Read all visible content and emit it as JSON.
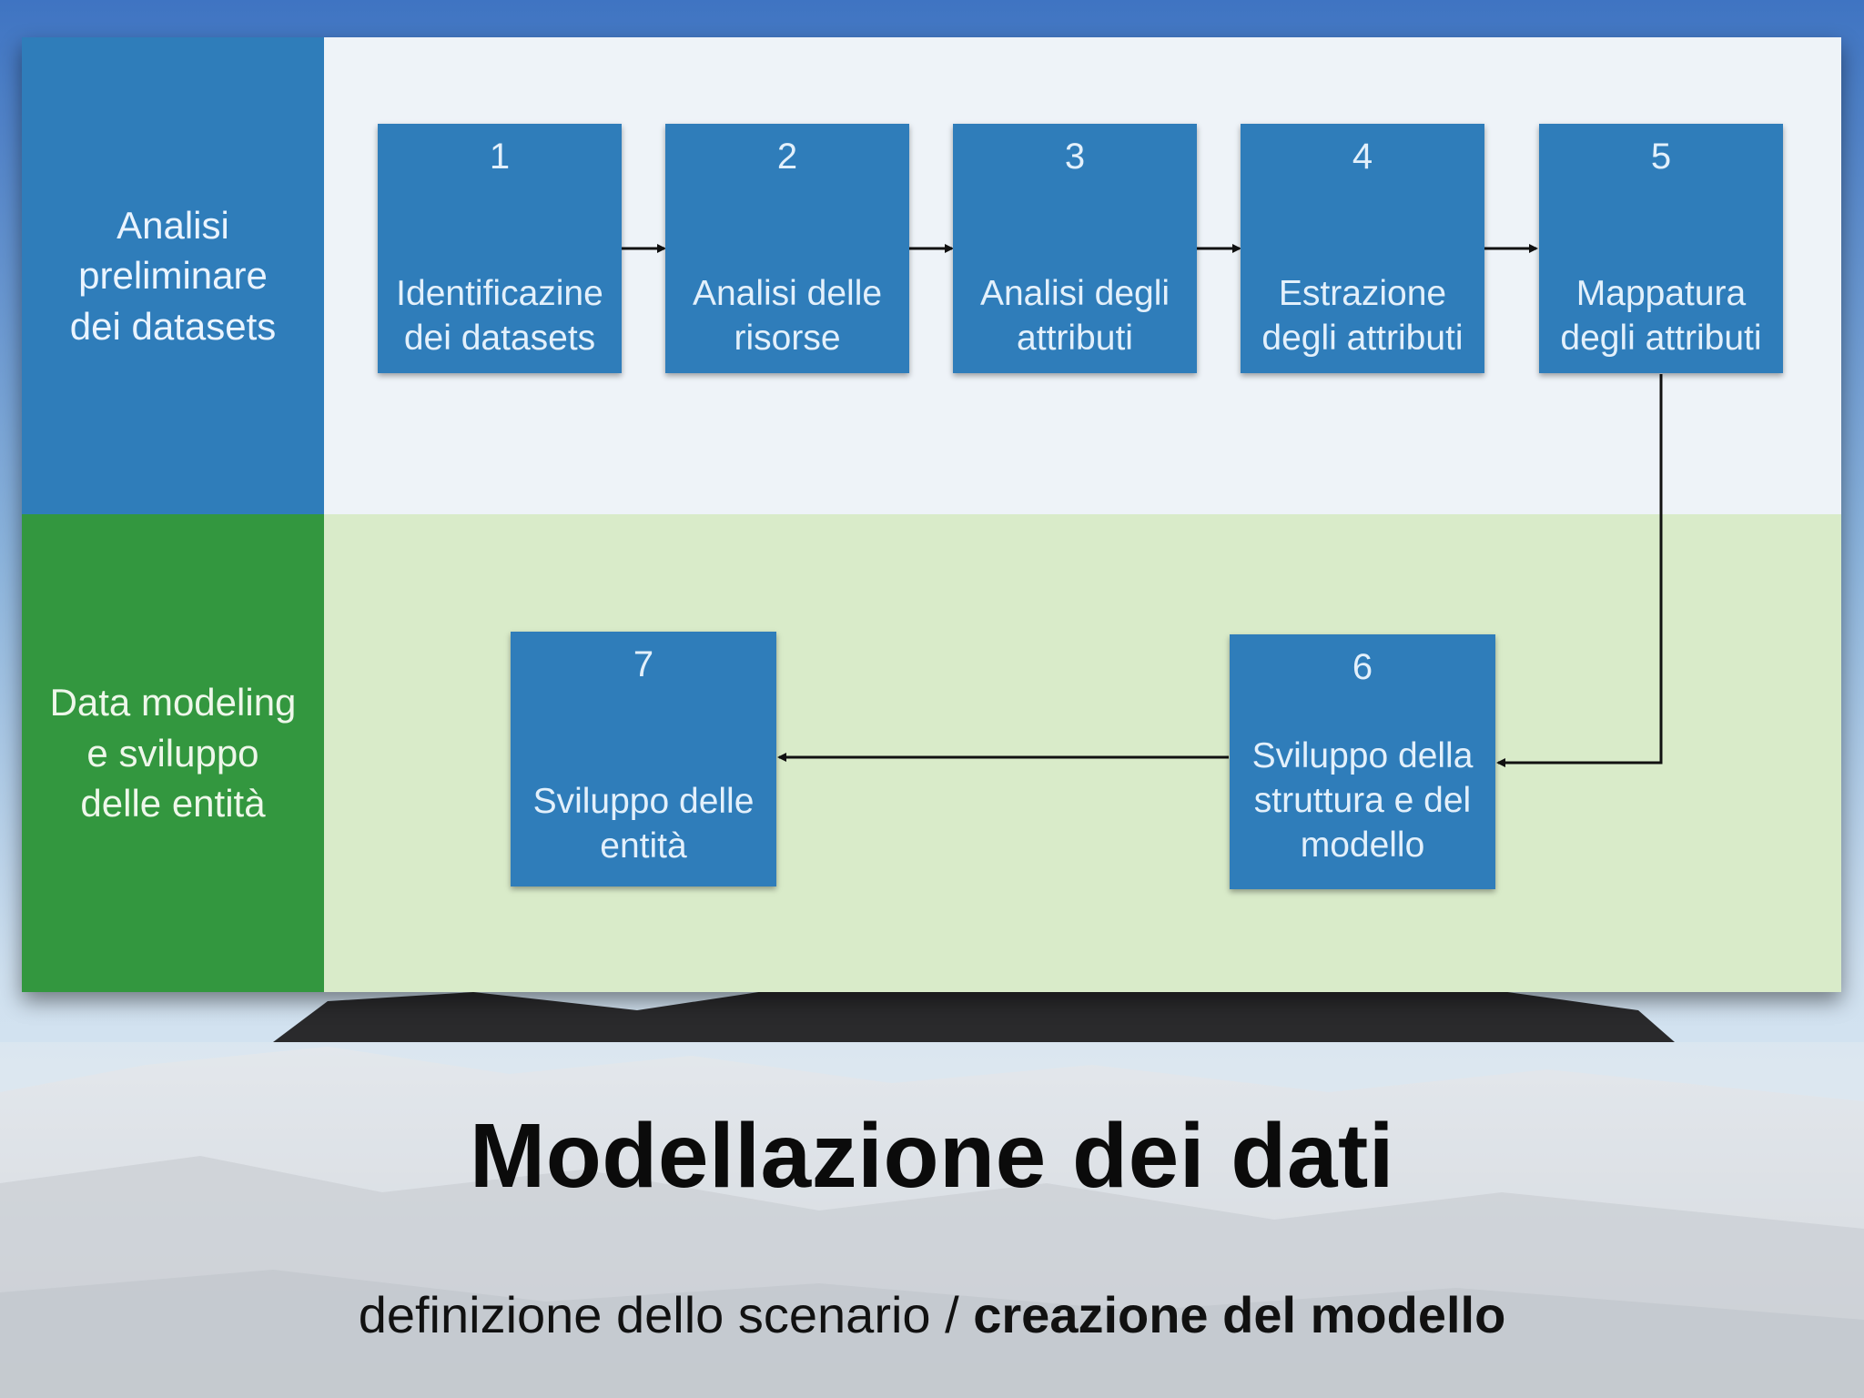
{
  "lanes": [
    {
      "label": "Analisi\npreliminare\ndei datasets",
      "color": "#2f7dba",
      "bg": "#eef3f8"
    },
    {
      "label": "Data modeling\ne sviluppo\ndelle entità",
      "color": "#33973f",
      "bg": "#d9ebc9"
    }
  ],
  "steps": [
    {
      "num": "1",
      "text": "Identificazine\ndei datasets"
    },
    {
      "num": "2",
      "text": "Analisi delle\nrisorse"
    },
    {
      "num": "3",
      "text": "Analisi degli\nattributi"
    },
    {
      "num": "4",
      "text": "Estrazione\ndegli attributi"
    },
    {
      "num": "5",
      "text": "Mappatura\ndegli attributi"
    },
    {
      "num": "6",
      "text": "Sviluppo della\nstruttura e del\nmodello"
    },
    {
      "num": "7",
      "text": "Sviluppo delle\nentità"
    }
  ],
  "flow": [
    "1→2",
    "2→3",
    "3→4",
    "4→5",
    "5→6",
    "6→7"
  ],
  "title": "Modellazione dei dati",
  "subtitle": {
    "regular": "definizione dello scenario / ",
    "bold": "creazione del modello"
  },
  "colors": {
    "box": "#2f7dba",
    "box_text": "#e3f0fb",
    "connector": "#111111"
  }
}
